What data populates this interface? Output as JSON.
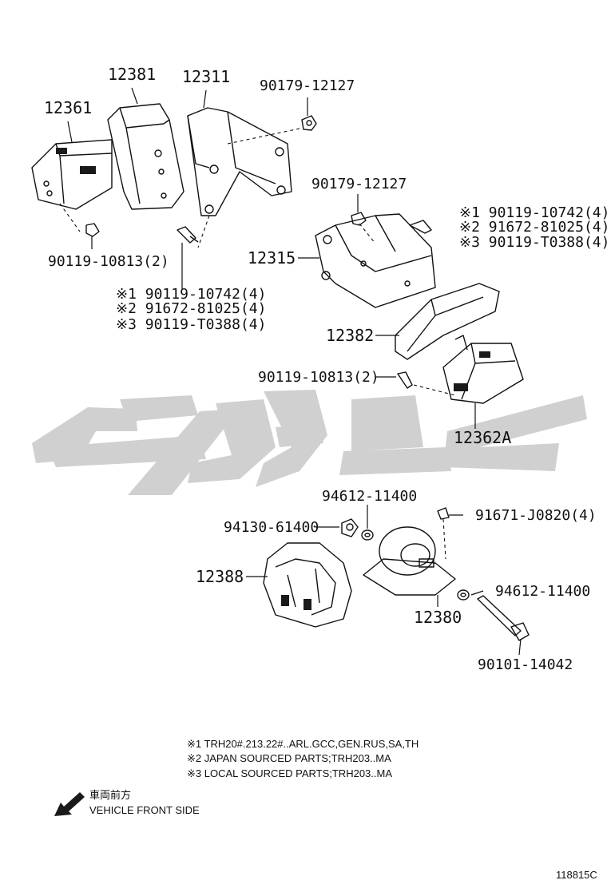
{
  "labels": {
    "p12381": "12381",
    "p12311": "12311",
    "p90179_a": "90179-12127",
    "p12361": "12361",
    "p90119_a": "90119-10813(2)",
    "p_left_1": "※1 90119-10742(4)",
    "p_left_2": "※2 91672-81025(4)",
    "p_left_3": "※3 90119-T0388(4)",
    "p90179_b": "90179-12127",
    "p_right_1": "※1 90119-10742(4)",
    "p_right_2": "※2 91672-81025(4)",
    "p_right_3": "※3 90119-T0388(4)",
    "p12315": "12315",
    "p12382": "12382",
    "p90119_b": "90119-10813(2)",
    "p12362A": "12362A",
    "p94612_a": "94612-11400",
    "p91671": "91671-J0820(4)",
    "p94130": "94130-61400",
    "p12388": "12388",
    "p94612_b": "94612-11400",
    "p12380": "12380",
    "p90101": "90101-14042"
  },
  "notes": [
    "※1 TRH20#.213.22#..ARL.GCC,GEN.RUS,SA,TH",
    "※2 JAPAN SOURCED PARTS;TRH203..MA",
    "※3 LOCAL SOURCED PARTS;TRH203..MA"
  ],
  "direction": {
    "japanese": "車両前方",
    "english": "VEHICLE FRONT SIDE"
  },
  "figure_id": "118815C",
  "colors": {
    "ink": "#111111",
    "watermark": "#d0d0d0"
  }
}
